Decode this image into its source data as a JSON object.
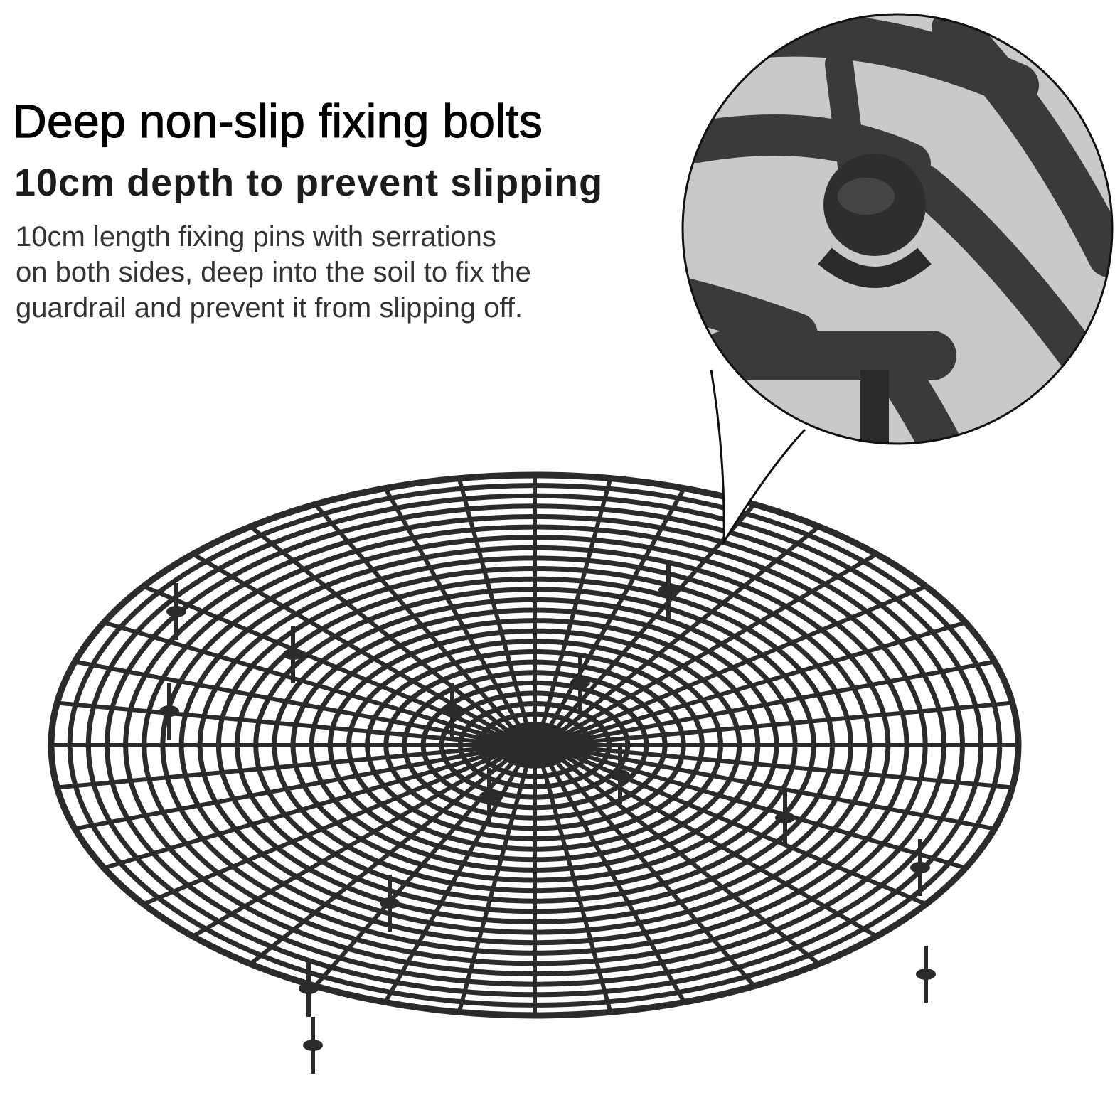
{
  "text": {
    "headline": "Deep non-slip fixing bolts",
    "subhead": "10cm depth to prevent slipping",
    "body_lines": [
      "10cm length fixing pins with serrations",
      "on both sides, deep into the soil to fix the",
      "guardrail and prevent it from slipping off."
    ]
  },
  "product": {
    "color": "#2b2b2b",
    "icon": "round-plant-guard-grid"
  },
  "callout": {
    "icon": "fixing-bolt-closeup"
  }
}
